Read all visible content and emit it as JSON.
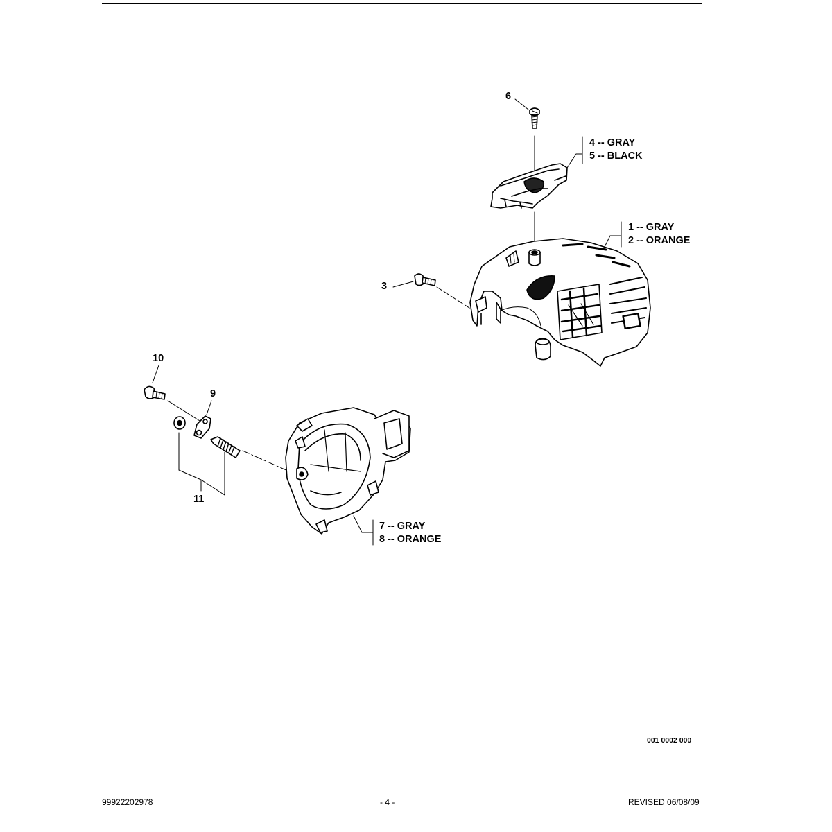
{
  "callouts": {
    "p6": "6",
    "p4": "4  -- GRAY",
    "p5": "5  -- BLACK",
    "p1": "1  -- GRAY",
    "p2": "2  -- ORANGE",
    "p3": "3",
    "p10": "10",
    "p9": "9",
    "p11": "11",
    "p7": "7  -- GRAY",
    "p8": "8  -- ORANGE"
  },
  "figure_code": "001 0002 000",
  "footer": {
    "part_number": "99922202978",
    "page": "- 4 -",
    "revised": "REVISED 06/08/09"
  }
}
